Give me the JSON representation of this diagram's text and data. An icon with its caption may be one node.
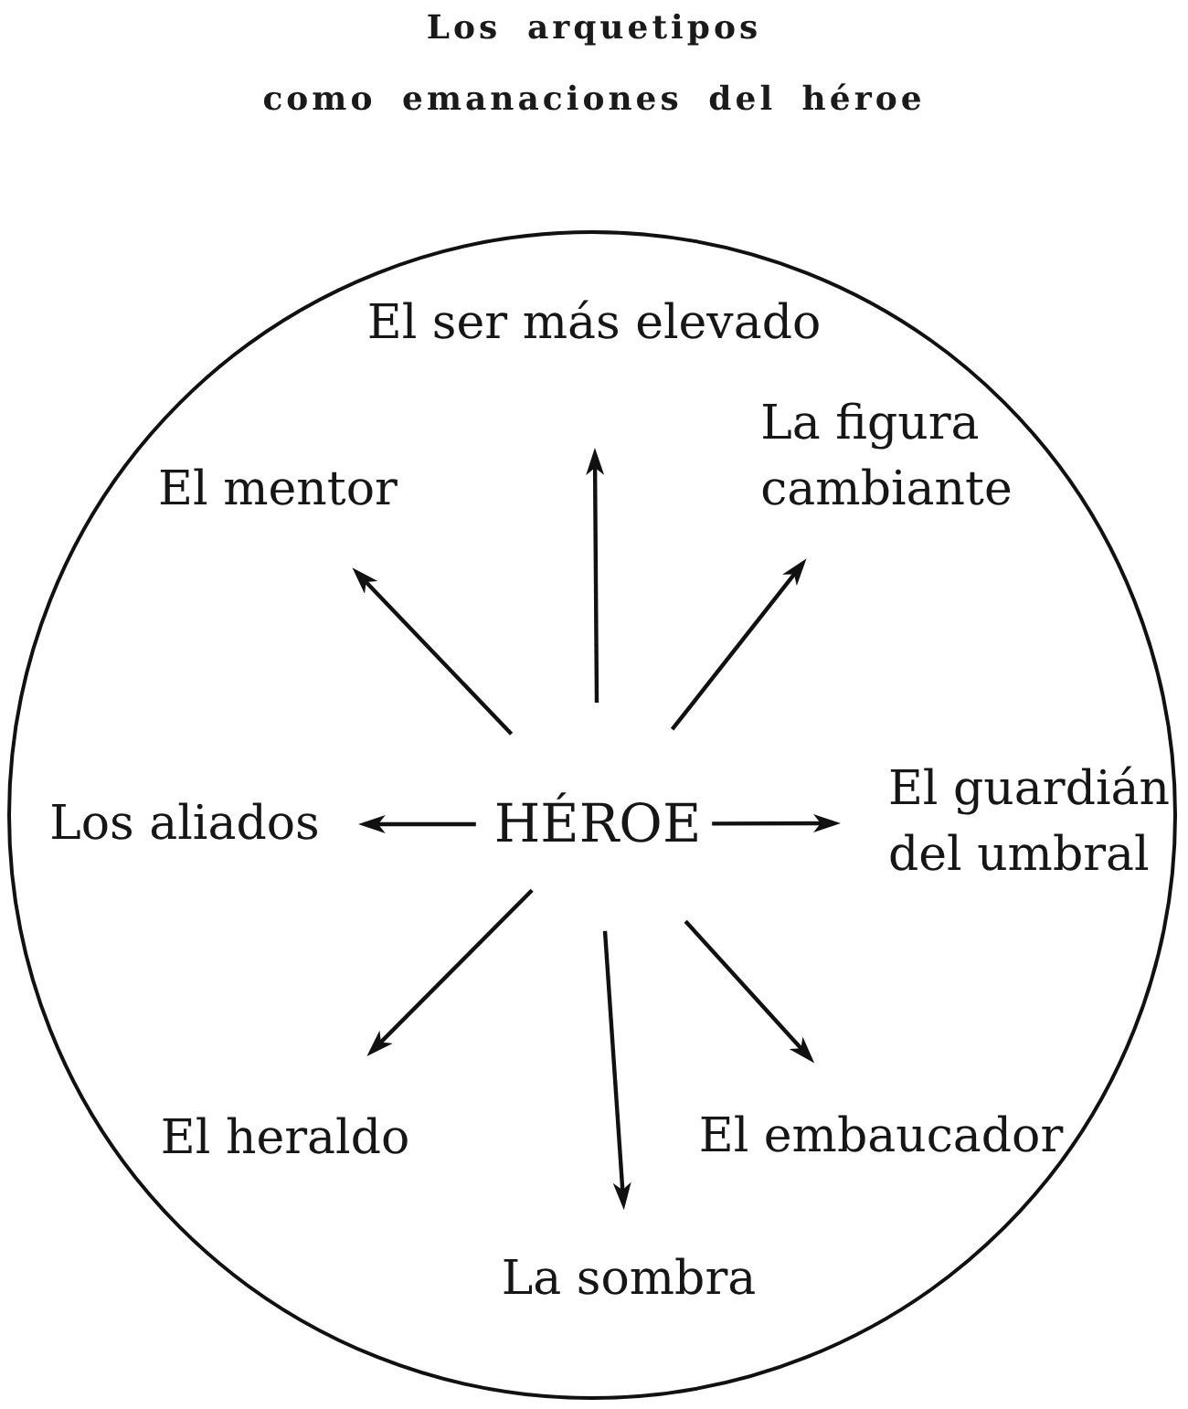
{
  "diagram": {
    "title": "Los arquetipos como emanaciones del héroe",
    "nodes": [
      {
        "text": [],
        "shape": "circle"
      },
      {
        "text": [
          "El ser más elevado"
        ],
        "in": 0
      },
      {
        "text": [
          "El mentor"
        ],
        "in": 0
      },
      {
        "text": [
          "La figura cambiante"
        ],
        "in": 0
      },
      {
        "text": [
          "Los aliados"
        ],
        "in": 0
      },
      {
        "text": [
          "HÉROE"
        ],
        "in": 0
      },
      {
        "text": [
          "El guardián del umbral"
        ],
        "in": 0
      },
      {
        "text": [
          "El heraldo"
        ],
        "in": 0
      },
      {
        "text": [
          "El embaucador"
        ],
        "in": 0
      },
      {
        "text": [
          "La sombra"
        ],
        "in": 0
      }
    ],
    "edges": [
      {
        "from": 5,
        "to": 1,
        "arrow": "to"
      },
      {
        "from": 5,
        "to": 2,
        "arrow": "to"
      },
      {
        "from": 5,
        "to": 3,
        "arrow": "to"
      },
      {
        "from": 5,
        "to": 4,
        "arrow": "to"
      },
      {
        "from": 5,
        "to": 6,
        "arrow": "to"
      },
      {
        "from": 5,
        "to": 7,
        "arrow": "to"
      },
      {
        "from": 5,
        "to": 8,
        "arrow": "to"
      },
      {
        "from": 5,
        "to": 9,
        "arrow": "to"
      }
    ]
  }
}
